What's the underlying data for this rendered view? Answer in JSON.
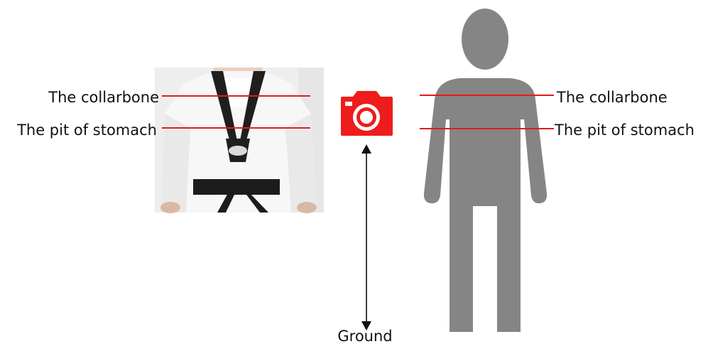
{
  "labels": {
    "left_collarbone": "The collarbone",
    "left_pit": "The pit of stomach",
    "right_collarbone": "The collarbone",
    "right_pit": "The pit of stomach",
    "ground": "Ground"
  },
  "icons": {
    "camera": "camera-icon",
    "figure": "person-silhouette-icon",
    "arrow": "double-headed-arrow-icon"
  },
  "colors": {
    "reference_line": "#e21c1c",
    "camera": "#ee1c1c",
    "silhouette": "#858585",
    "uniform": "#f2f2f2",
    "collar_belt": "#1f1f1f",
    "text": "#111111"
  }
}
